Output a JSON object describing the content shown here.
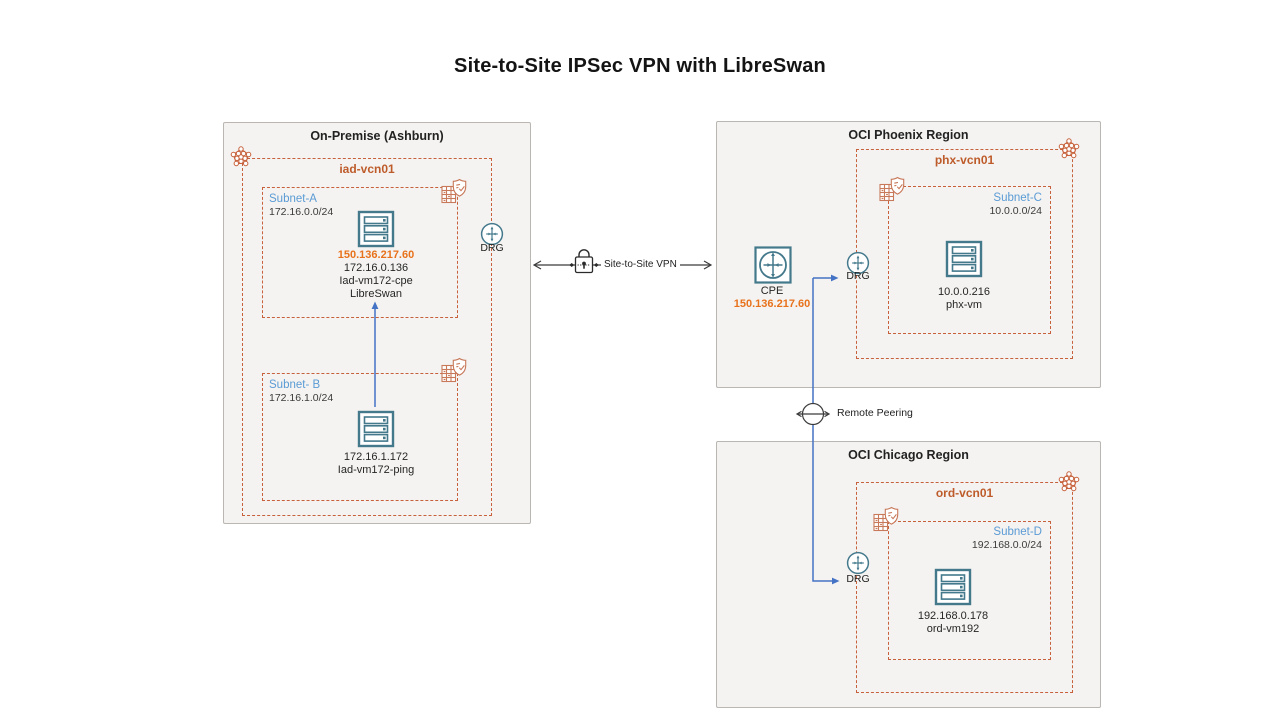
{
  "title": "Site-to-Site IPSec VPN with LibreSwan",
  "regions": {
    "onprem": {
      "title": "On-Premise (Ashburn)",
      "vcn": {
        "label": "iad-vcn01"
      },
      "subnet_a": {
        "label": "Subnet-A",
        "cidr": "172.16.0.0/24",
        "vm": {
          "public_ip": "150.136.217.60",
          "ip": "172.16.0.136",
          "name": "Iad-vm172-cpe",
          "software": "LibreSwan"
        }
      },
      "subnet_b": {
        "label": "Subnet- B",
        "cidr": "172.16.1.0/24",
        "vm": {
          "ip": "172.16.1.172",
          "name": "Iad-vm172-ping"
        }
      },
      "drg_label": "DRG"
    },
    "phoenix": {
      "title": "OCI Phoenix Region",
      "vcn": {
        "label": "phx-vcn01"
      },
      "subnet_c": {
        "label": "Subnet-C",
        "cidr": "10.0.0.0/24",
        "vm": {
          "ip": "10.0.0.216",
          "name": "phx-vm"
        }
      },
      "cpe": {
        "label": "CPE",
        "public_ip": "150.136.217.60"
      },
      "drg_label": "DRG"
    },
    "chicago": {
      "title": "OCI Chicago Region",
      "vcn": {
        "label": "ord-vcn01"
      },
      "subnet_d": {
        "label": "Subnet-D",
        "cidr": "192.168.0.0/24",
        "vm": {
          "ip": "192.168.0.178",
          "name": "ord-vm192"
        }
      },
      "drg_label": "DRG"
    }
  },
  "connections": {
    "vpn_label": "Site-to-Site VPN",
    "peering_label": "Remote Peering"
  },
  "icons": {
    "vcn-icon": "honeycomb cluster of circles (OCI VCN)",
    "security-list-icon": "firewall grid with shield and check",
    "server-icon": "compute instance rack with three bars",
    "drg-icon": "circle with cross arrows (dynamic routing gateway)",
    "cpe-icon": "square router with circle and cross arrows",
    "vpn-lock-icon": "padlock on the site-to-site VPN arrow",
    "remote-peering-icon": "circle with double-headed horizontal arrow"
  },
  "colors": {
    "region_bg": "#F4F3F1",
    "region_border": "#BAB7B3",
    "vcn_border": "#C7613B",
    "vcn_label": "#BE5B2A",
    "subnet_label": "#5B9BD5",
    "public_ip": "#E8721C",
    "node_icon": "#44798C",
    "security_icon": "#C8795A",
    "connector_blue": "#4472C4",
    "connector_dark": "#3B3B3B"
  }
}
